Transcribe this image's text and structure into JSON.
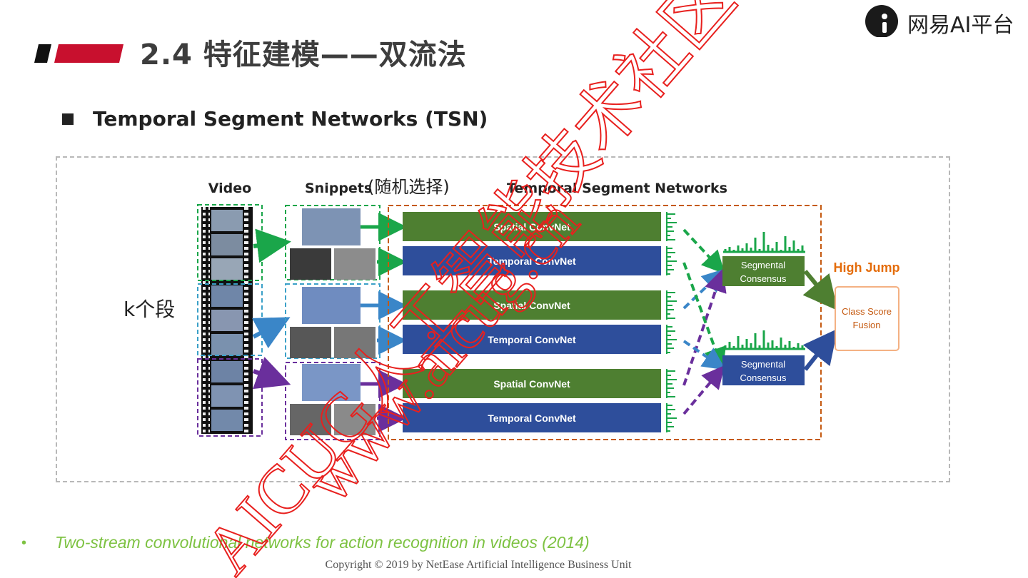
{
  "header": {
    "title": "2.4  特征建模——双流法",
    "brand": "网易AI平台",
    "accent_red": "#c8102e"
  },
  "section": {
    "subtitle": "Temporal Segment Networks (TSN)"
  },
  "diagram": {
    "col_video": "Video",
    "col_snippets": "Snippets",
    "col_snippets_note": "(随机选择)",
    "col_networks": "Temporal Segment Networks",
    "k_segments": "k个段",
    "spatial_label": "Spatial ConvNet",
    "temporal_label": "Temporal ConvNet",
    "consensus_line1": "Segmental",
    "consensus_line2": "Consensus",
    "result_label": "High Jump",
    "fusion_line1": "Class Score",
    "fusion_line2": "Fusion",
    "colors": {
      "spatial": "#4e7f31",
      "temporal": "#2e4e9b",
      "segment1": "#1aa64a",
      "segment2": "#3aa0c8",
      "segment3": "#6a2f9c",
      "network_frame": "#c55a11",
      "result": "#e46c0a"
    }
  },
  "footer": {
    "reference": "Two-stream convolutional networks for action recognition in videos (2014)",
    "copyright": "Copyright © 2019 by NetEase Artificial Intelligence Business Unit"
  },
  "watermark": {
    "text1": "www.aicug.cn",
    "text2": "AICUG人工智能技术社区"
  }
}
